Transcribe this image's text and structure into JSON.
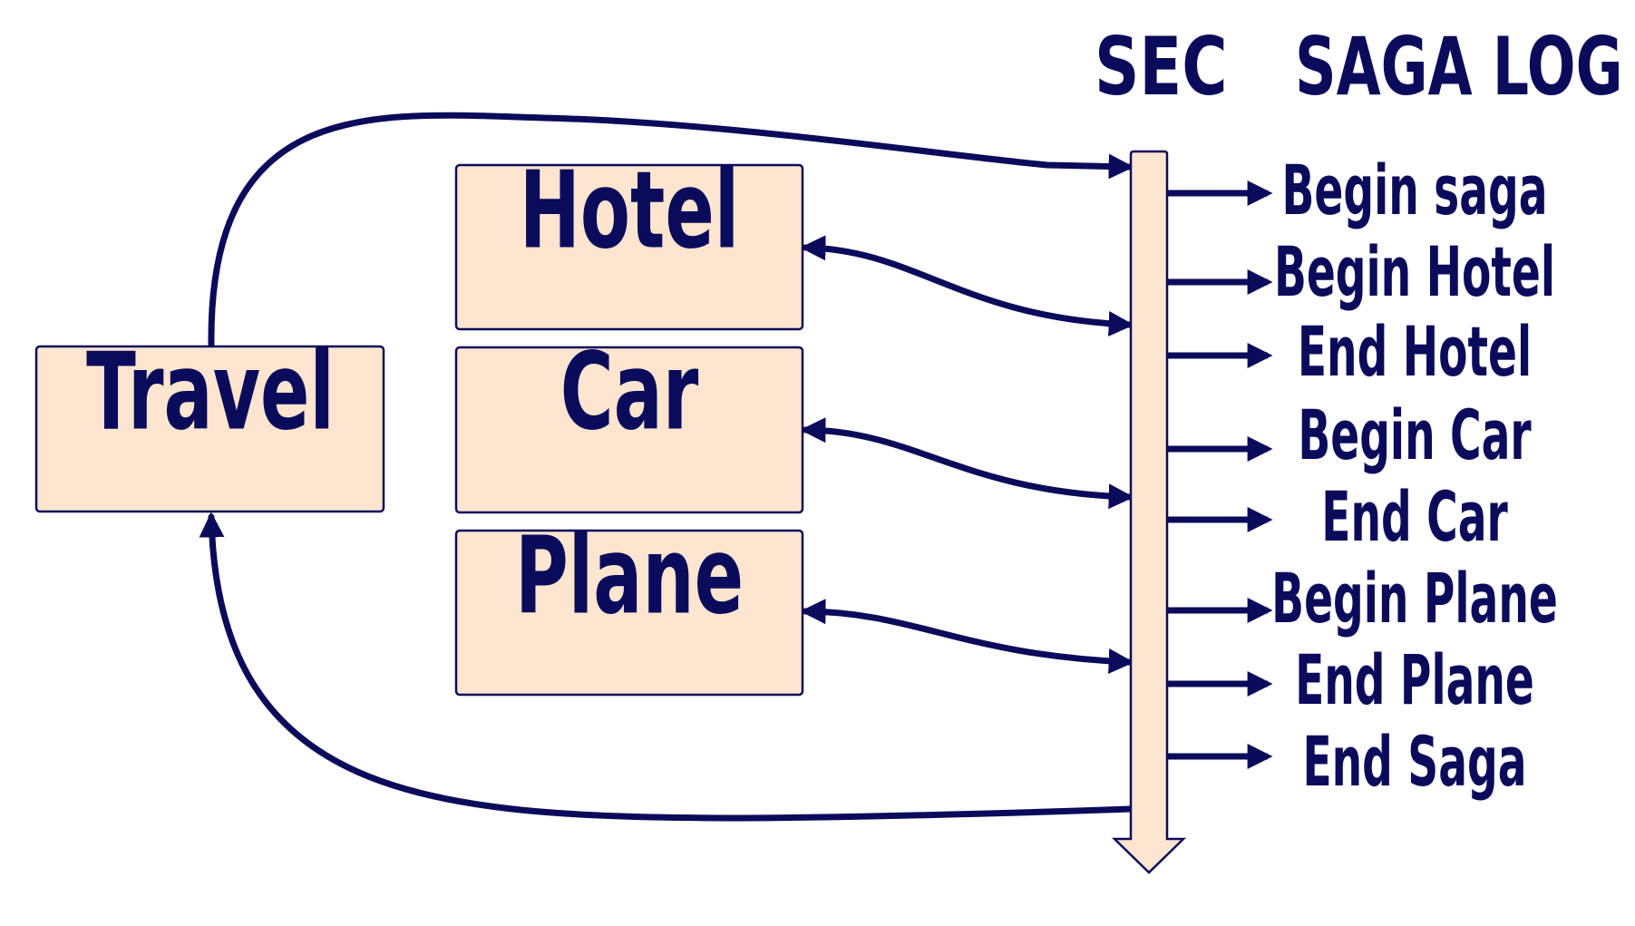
{
  "colors": {
    "ink": "#0b0b5c",
    "box_fill": "#fde5cf",
    "background": "#ffffff"
  },
  "headers": {
    "sec": "SEC",
    "saga_log": "SAGA LOG"
  },
  "services": {
    "travel": "Travel",
    "hotel": "Hotel",
    "car": "Car",
    "plane": "Plane"
  },
  "log_entries": [
    "Begin saga",
    "Begin Hotel",
    "End Hotel",
    "Begin Car",
    "End Car",
    "Begin Plane",
    "End Plane",
    "End Saga"
  ]
}
